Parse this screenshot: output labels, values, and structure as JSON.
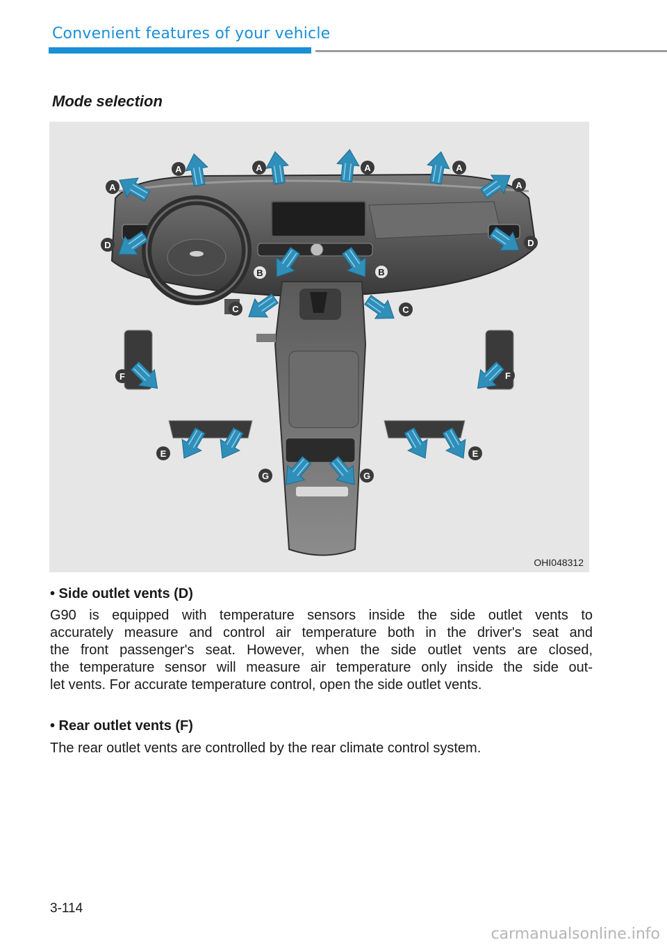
{
  "header": {
    "title": "Convenient features of your vehicle"
  },
  "section": {
    "heading": "Mode selection"
  },
  "figure": {
    "code": "OHI048312",
    "vent_labels": {
      "a": "A",
      "b": "B",
      "c": "C",
      "d": "D",
      "e": "E",
      "f": "F",
      "g": "G"
    }
  },
  "content": {
    "bullet1": {
      "title": "• Side outlet vents (D)",
      "lines": [
        "G90 is equipped with temperature sensors inside the side outlet vents to",
        "accurately measure and control air temperature both in the driver's seat and",
        "the front passenger's seat. However, when the side outlet vents are closed,",
        "the temperature sensor will measure air temperature only inside the side out-",
        "let vents. For accurate temperature control, open the side outlet vents."
      ]
    },
    "bullet2": {
      "title": "• Rear outlet vents (F)",
      "text": "The rear outlet vents are controlled by the rear climate control system."
    }
  },
  "footer": {
    "page_number": "3-114",
    "watermark": "carmanualsonline.info"
  },
  "colors": {
    "accent": "#1a8fd6",
    "arrow": "#2f8fb9",
    "badge": "#3a3a3a"
  }
}
